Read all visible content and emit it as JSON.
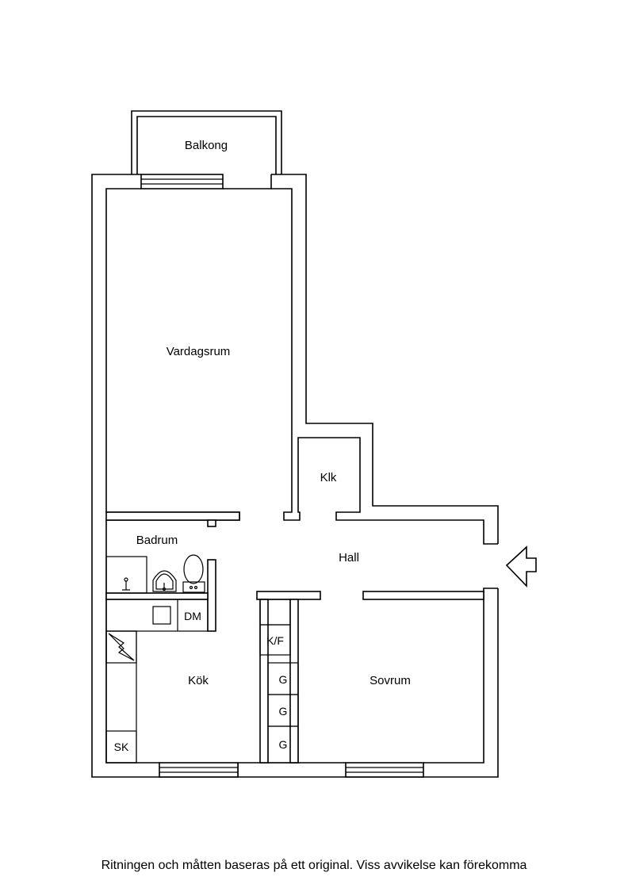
{
  "rooms": {
    "balcony": "Balkong",
    "living": "Vardagsrum",
    "closet": "Klk",
    "bathroom": "Badrum",
    "hall": "Hall",
    "kitchen": "Kök",
    "bedroom": "Sovrum"
  },
  "fixtures": {
    "dishwasher": "DM",
    "fridge_freezer": "K/F",
    "broom_closet": "SK",
    "wardrobes": [
      "G",
      "G",
      "G"
    ]
  },
  "disclaimer": "Ritningen och måtten baseras på ett original. Viss avvikelse kan förekomma"
}
